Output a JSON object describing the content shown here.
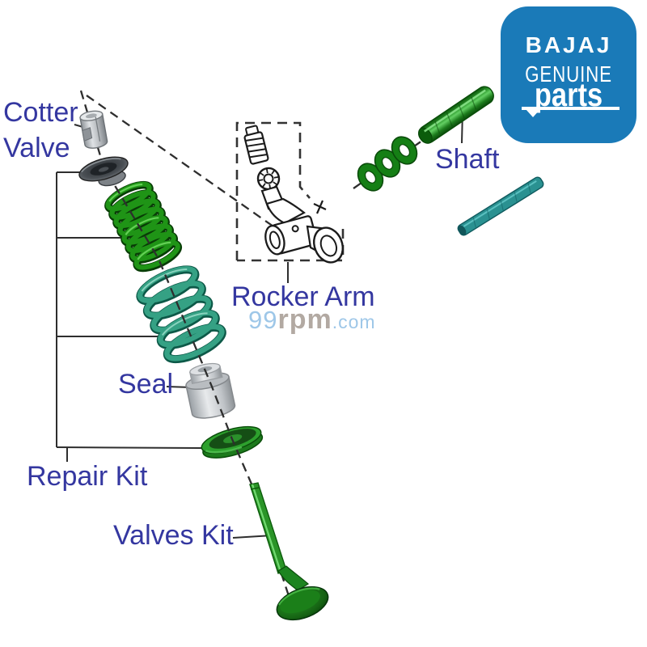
{
  "labels": {
    "cotter": "Cotter",
    "valve": "Valve",
    "shaft": "Shaft",
    "rocker_arm": "Rocker Arm",
    "seal": "Seal",
    "repair_kit": "Repair Kit",
    "valves_kit": "Valves Kit"
  },
  "watermark": {
    "num": "99",
    "rpm": "rpm",
    "com": ".com"
  },
  "logo": {
    "brand": "BAJAJ",
    "genuine": "GENUINE",
    "parts": "parts"
  },
  "colors": {
    "label-blue": "#3437a0",
    "logo-blue": "#1a7ab8",
    "logo-white": "#ffffff",
    "diagram-line": "#2e2e2e",
    "part-green": "#1f9416",
    "spring-teal": "#35a184",
    "rod-teal": "#2a9191",
    "seat-green": "#1c7a1c",
    "metal-gray": "#c3c7cb",
    "retainer-gray": "#3c4044",
    "watermark-blue": "#9ec7e8",
    "watermark-gray": "#b2a9a2"
  }
}
